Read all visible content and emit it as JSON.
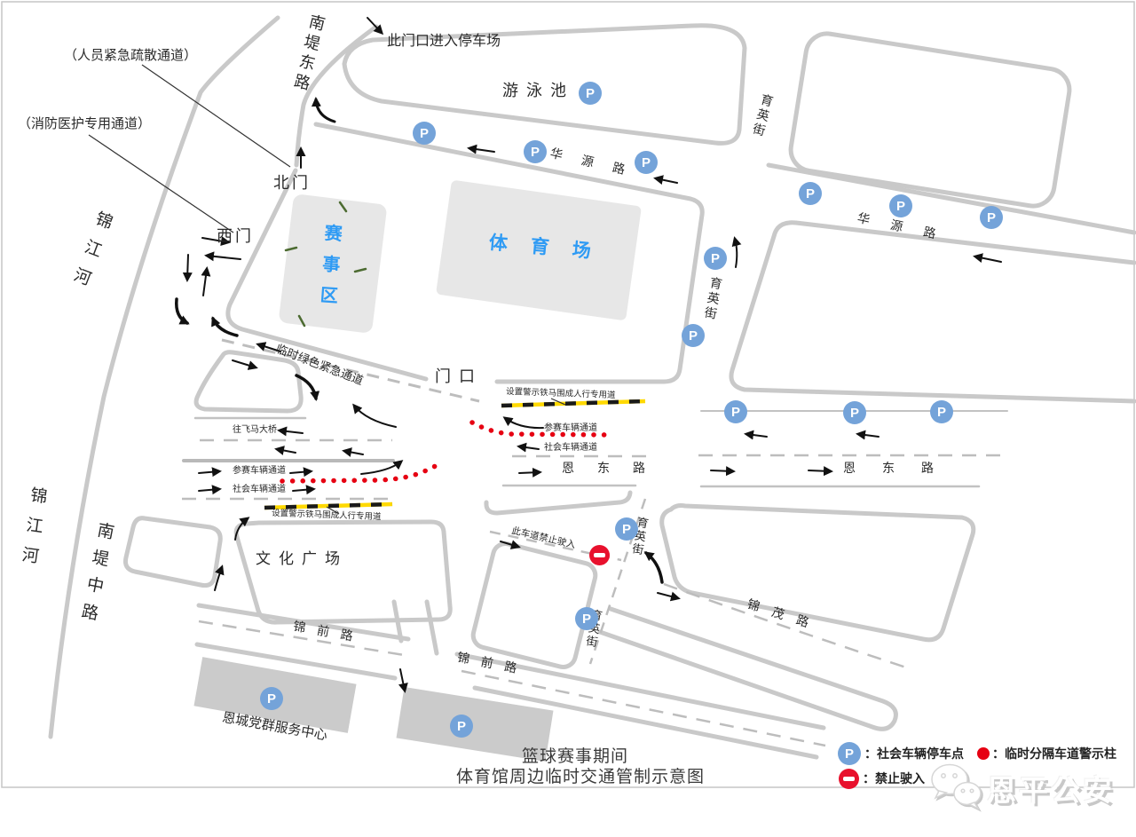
{
  "title": {
    "line1": "篮球赛事期间",
    "line2": "体育馆周边临时交通管制示意图"
  },
  "legend": {
    "parking_symbol": "P",
    "parking_label": "：社会车辆停车点",
    "warning_post_label": "：临时分隔车道警示柱",
    "no_entry_label": "：禁止驶入"
  },
  "watermark": {
    "icon": "wechat-icon",
    "text": "恩平公安"
  },
  "labels": {
    "evac_channel": "（人员紧急疏散通道）",
    "fire_channel": "（消防医护专用通道）",
    "nandi_dong_rd": "南堤东路",
    "enter_parking": "此门口进入停车场",
    "swimming_pool": "游泳池",
    "huayuan_rd": "华源路",
    "yuying_st": "育英街",
    "north_gate": "北门",
    "west_gate": "西门",
    "event_zone": "赛事区",
    "stadium": "体育场",
    "jinjiang_river": "锦江河",
    "gate": "门口",
    "green_channel": "临时绿色紧急通道",
    "barrier_note": "设置警示铁马围成人行专用道",
    "participant_lane": "参赛车辆通道",
    "public_lane": "社会车辆通道",
    "feima_bridge": "往飞马大桥",
    "endong_rd": "恩东路",
    "nandi_zhong_rd": "南堤中路",
    "culture_plaza": "文化广场",
    "jinqian_rd": "锦前路",
    "no_entry_lane": "此车道禁止驶入",
    "jinmao_rd": "锦茂路",
    "service_center": "恩城党群服务中心",
    "p_marker": "P"
  },
  "colors": {
    "road_gray": "#c9c9c9",
    "block_fill": "#e7e7e7",
    "building_fill": "#cbcbcb",
    "map_blue_text": "#2f9bf4",
    "parking_blue": "#74a3d9",
    "warning_red": "#e60012",
    "barrier_yellow": "#ffd900",
    "tick_green": "#4c6b31"
  }
}
